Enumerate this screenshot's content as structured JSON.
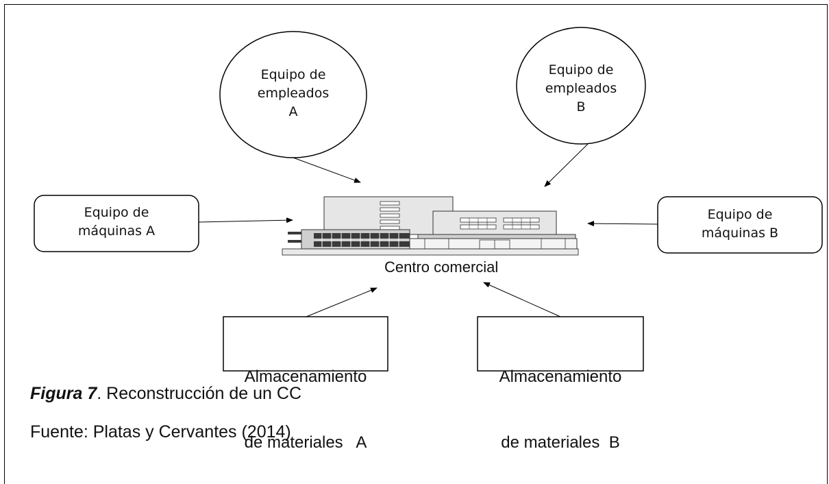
{
  "diagram": {
    "team_a": {
      "line1": "Equipo de",
      "line2": "empleados",
      "line3": "A"
    },
    "team_b": {
      "line1": "Equipo de",
      "line2": "empleados",
      "line3": "B"
    },
    "machines_a": {
      "line1": "Equipo de",
      "line2": "máquinas A"
    },
    "machines_b": {
      "line1": "Equipo de",
      "line2": "máquinas B"
    },
    "storage_a": {
      "line1": "Almacenamiento",
      "line2": "de materiales   A"
    },
    "storage_b": {
      "line1": "Almacenamiento",
      "line2": "de materiales  B"
    },
    "center_label": "Centro comercial"
  },
  "caption": {
    "figure_prefix": "Figura 7",
    "figure_text": ". Reconstrucción de un CC",
    "source": "Fuente: Platas y Cervantes (2014)"
  },
  "colors": {
    "line": "#000000",
    "building_light": "#e6e6e6",
    "building_mid": "#cfcfcf",
    "building_dark": "#3a3a3a"
  }
}
